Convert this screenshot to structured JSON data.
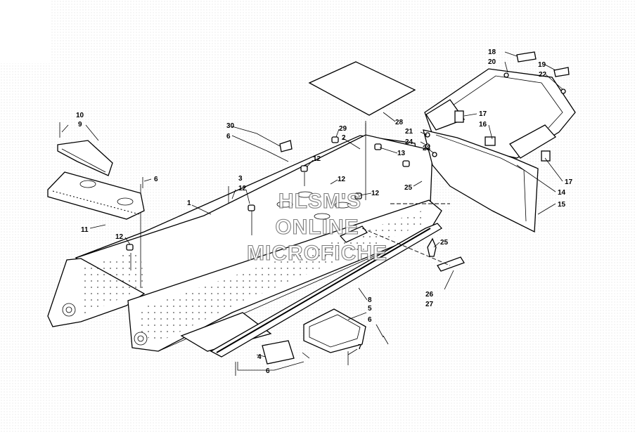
{
  "watermark": {
    "line1": "HLSM'S",
    "line2": "ONLINE",
    "line3": "MICROFICHE"
  },
  "callouts": [
    {
      "id": "c10",
      "text": "10"
    },
    {
      "id": "c9",
      "text": "9"
    },
    {
      "id": "c6a",
      "text": "6"
    },
    {
      "id": "c11",
      "text": "11"
    },
    {
      "id": "c12a",
      "text": "12"
    },
    {
      "id": "c1",
      "text": "1"
    },
    {
      "id": "c3",
      "text": "3"
    },
    {
      "id": "c12b",
      "text": "12"
    },
    {
      "id": "c30",
      "text": "30"
    },
    {
      "id": "c6b",
      "text": "6"
    },
    {
      "id": "c12c",
      "text": "12"
    },
    {
      "id": "c29",
      "text": "29"
    },
    {
      "id": "c2",
      "text": "2"
    },
    {
      "id": "c12d",
      "text": "12"
    },
    {
      "id": "c12e",
      "text": "12"
    },
    {
      "id": "c13",
      "text": "13"
    },
    {
      "id": "c28",
      "text": "28"
    },
    {
      "id": "c18",
      "text": "18"
    },
    {
      "id": "c20",
      "text": "20"
    },
    {
      "id": "c19",
      "text": "19"
    },
    {
      "id": "c22",
      "text": "22"
    },
    {
      "id": "c17a",
      "text": "17"
    },
    {
      "id": "c16",
      "text": "16"
    },
    {
      "id": "c21",
      "text": "21"
    },
    {
      "id": "c24",
      "text": "24"
    },
    {
      "id": "c23",
      "text": "23"
    },
    {
      "id": "c25a",
      "text": "25"
    },
    {
      "id": "c17b",
      "text": "17"
    },
    {
      "id": "c14",
      "text": "14"
    },
    {
      "id": "c15",
      "text": "15"
    },
    {
      "id": "c25b",
      "text": "25"
    },
    {
      "id": "c26",
      "text": "26"
    },
    {
      "id": "c27",
      "text": "27"
    },
    {
      "id": "c8",
      "text": "8"
    },
    {
      "id": "c5",
      "text": "5"
    },
    {
      "id": "c6c",
      "text": "6"
    },
    {
      "id": "c7",
      "text": "7"
    },
    {
      "id": "c4",
      "text": "4"
    },
    {
      "id": "c6d",
      "text": "6"
    }
  ]
}
